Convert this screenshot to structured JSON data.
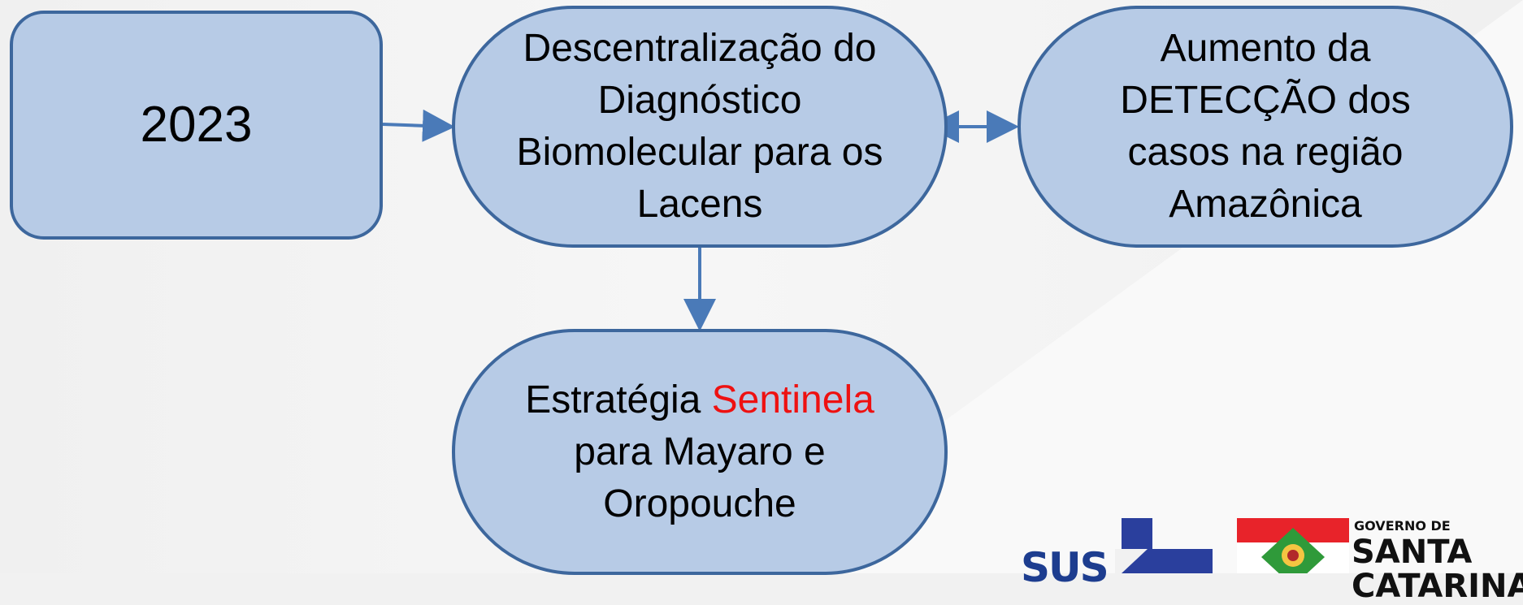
{
  "nodes": {
    "year": {
      "label": "2023"
    },
    "decentralization": {
      "label": "Descentralização do Diagnóstico Biomolecular para os Lacens"
    },
    "detection": {
      "label": "Aumento da DETECÇÃO dos casos na região Amazônica"
    },
    "strategy": {
      "label_before": "Estratégia ",
      "label_highlight": "Sentinela",
      "label_after": " para Mayaro e Oropouche",
      "highlight_color": "#ee1111"
    }
  },
  "edges": [
    {
      "from": "year",
      "to": "decentralization",
      "direction": "forward"
    },
    {
      "from": "decentralization",
      "to": "detection",
      "direction": "both"
    },
    {
      "from": "decentralization",
      "to": "strategy",
      "direction": "forward"
    }
  ],
  "colors": {
    "node_fill": "#b7cbe6",
    "node_border": "#3d679d",
    "arrow": "#4a7ab8",
    "background": "#f1f1f1"
  },
  "footer_logos": {
    "sus": {
      "text": "SUS"
    },
    "santa_catarina": {
      "line1": "GOVERNO DE",
      "line2": "SANTA",
      "line3": "CATARINA"
    }
  }
}
